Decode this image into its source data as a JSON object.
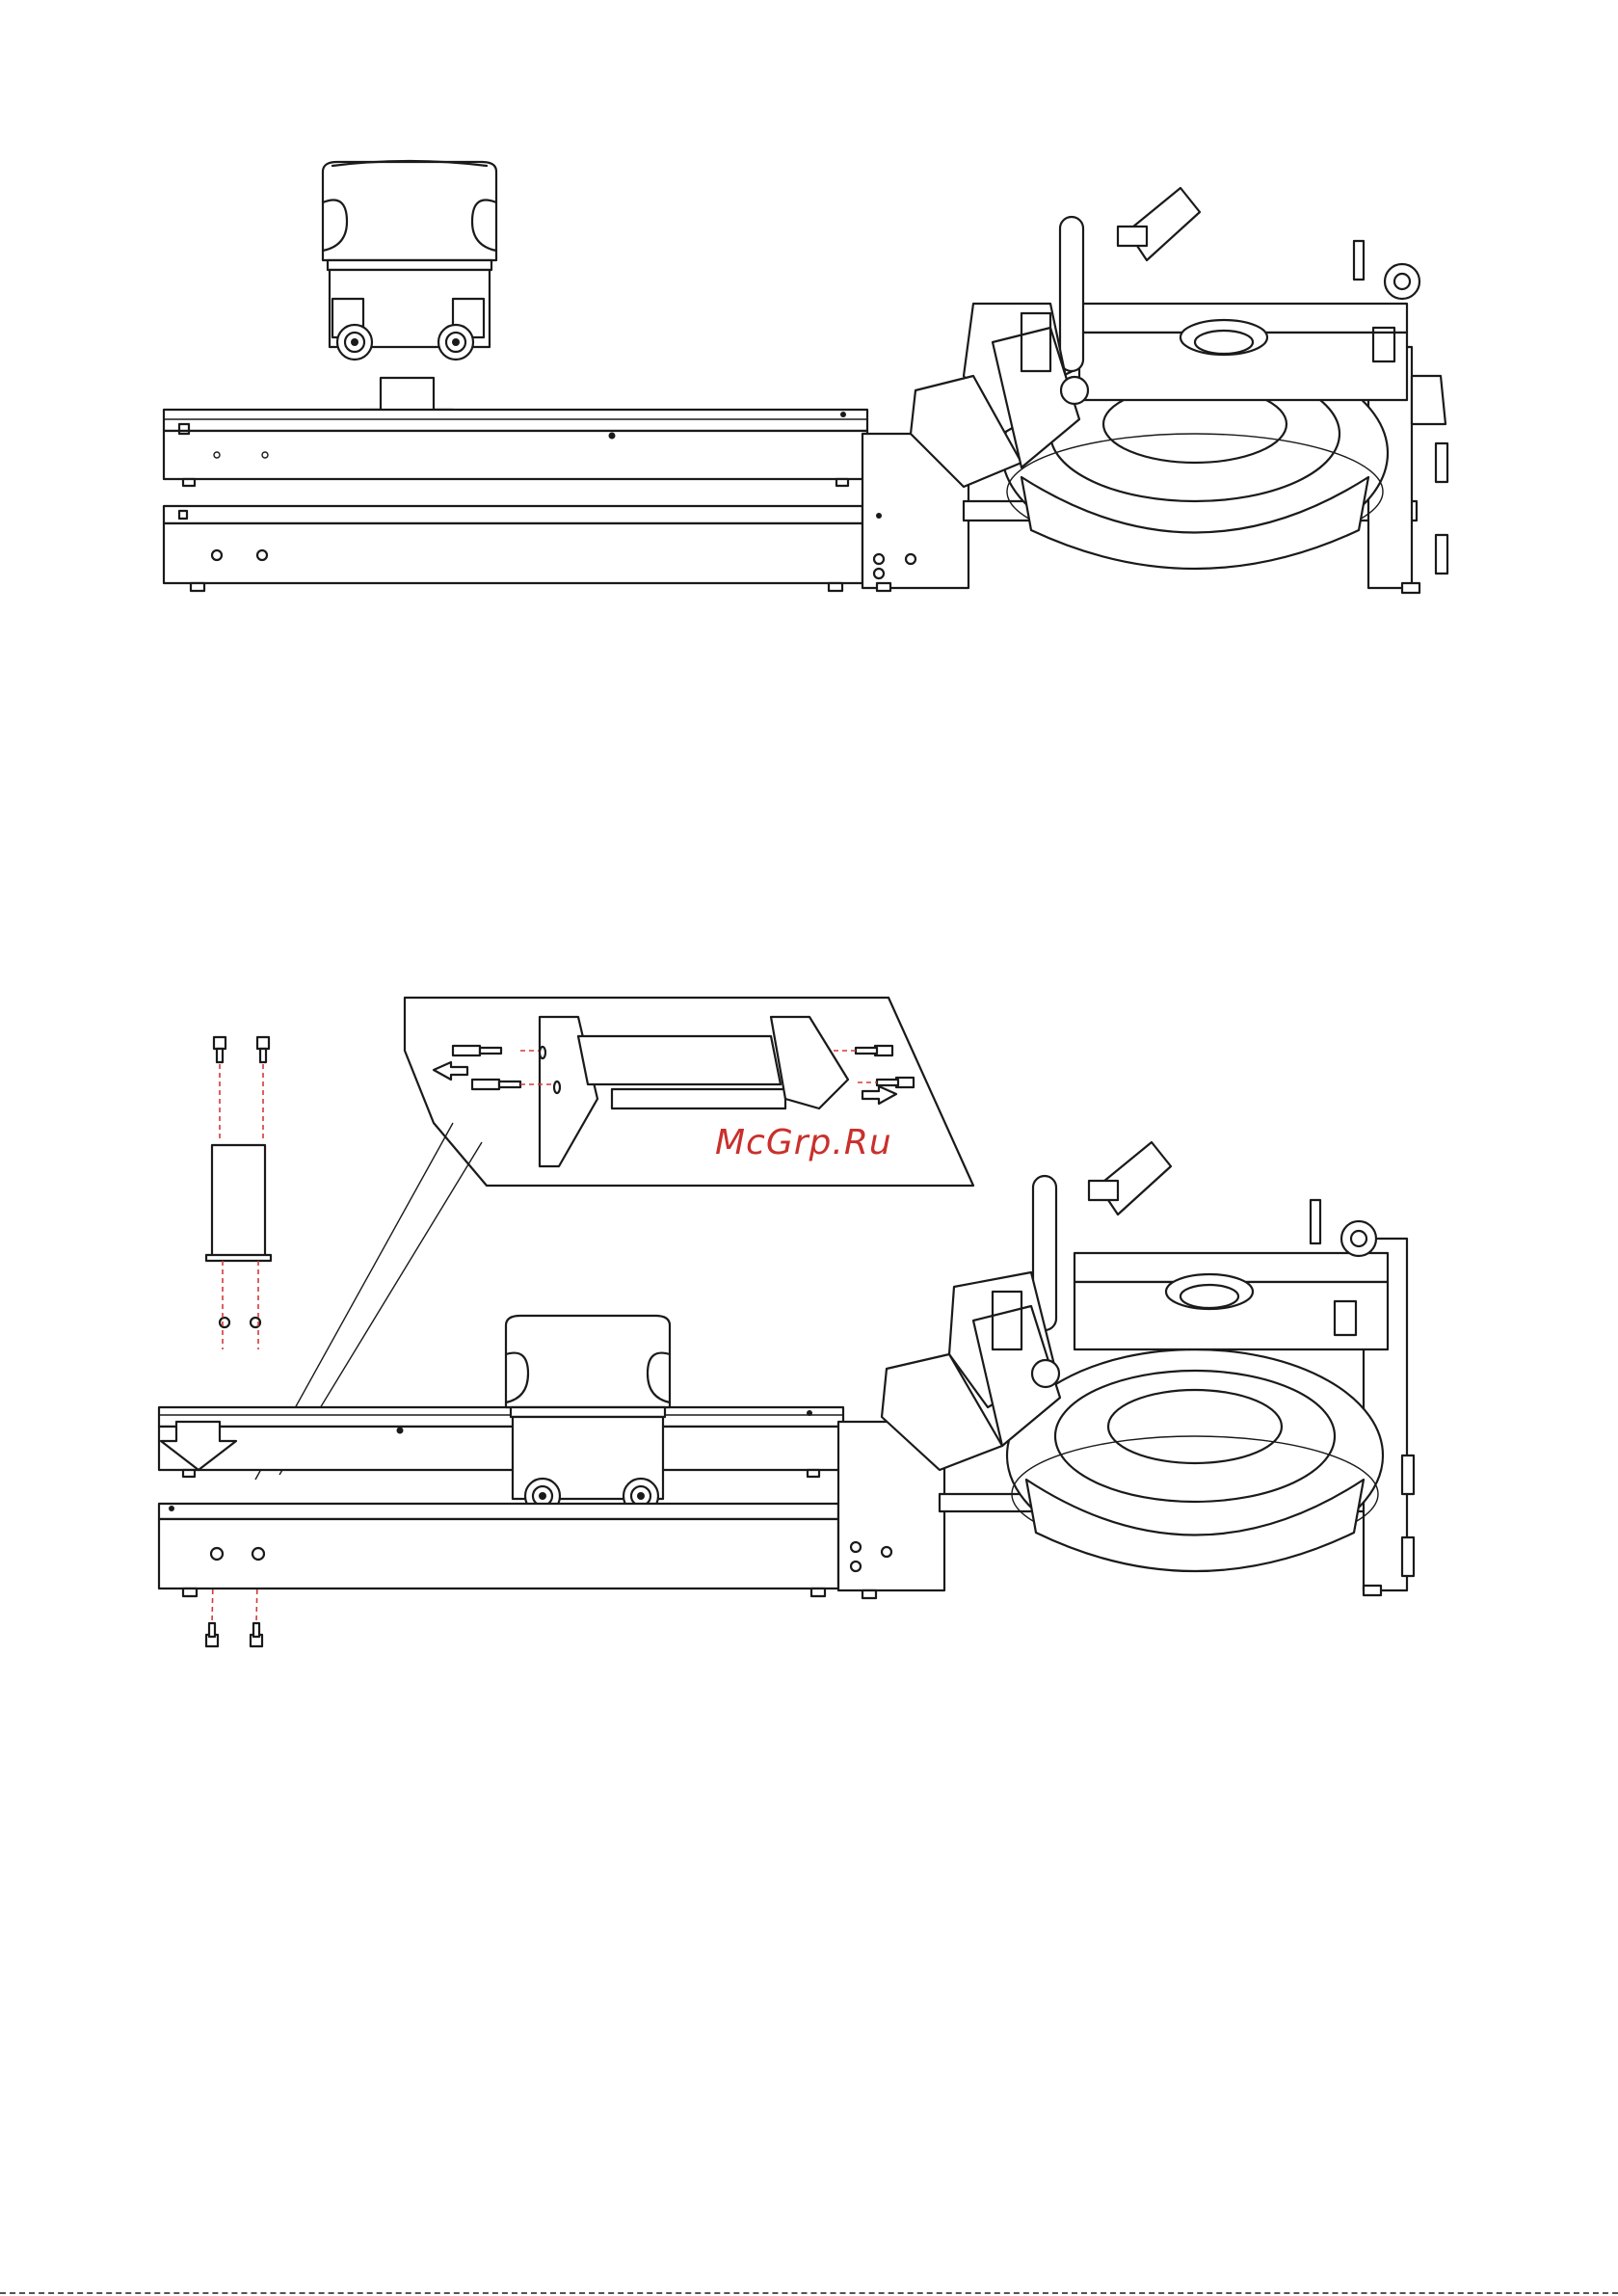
{
  "watermark": {
    "text": "McGrp.Ru",
    "color": "#c9302c"
  },
  "figures": [
    {
      "name": "seat-placement-step",
      "icon": "down-arrow-icon"
    },
    {
      "name": "rail-fixing-step",
      "icon": "magnifier-callout-icon"
    }
  ]
}
